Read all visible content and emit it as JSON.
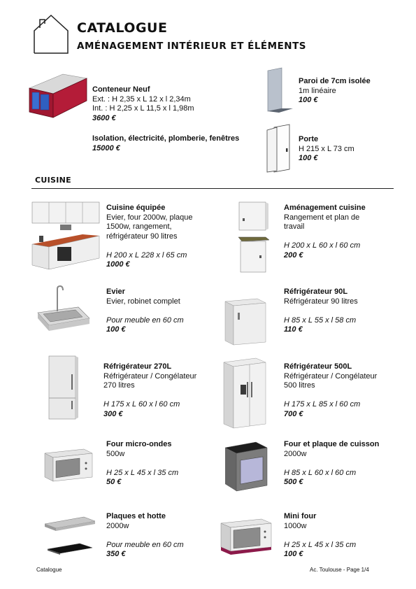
{
  "header": {
    "title": "CATALOGUE",
    "subtitle": "AMÉNAGEMENT INTÉRIEUR ET ÉLÉMENTS"
  },
  "top_items": [
    {
      "name": "Conteneur Neuf",
      "lines": [
        "Ext. : H 2,35 x L 12 x l 2,34m",
        "Int. : H 2,25 x L 11,5 x l 1,98m"
      ],
      "price": "3600 €"
    },
    {
      "name": "Isolation, électricité, plomberie, fenêtres",
      "price": "15000 €"
    },
    {
      "name": "Paroi de 7cm isolée",
      "lines": [
        "1m linéaire"
      ],
      "price": "100 €"
    },
    {
      "name": "Porte",
      "lines": [
        "H 215 x L 73 cm"
      ],
      "price": "100 €"
    }
  ],
  "section": {
    "title": "CUISINE"
  },
  "items": [
    {
      "name": "Cuisine équipée",
      "desc": [
        "Evier, four 2000w, plaque",
        "1500w, rangement,",
        "réfrigérateur 90 litres"
      ],
      "dims": "H 200 x L 228 x l 65 cm",
      "price": "1000 €"
    },
    {
      "name": "Aménagement cuisine",
      "desc": [
        "Rangement et plan de",
        "travail"
      ],
      "dims": "H 200 x L 60 x l 60 cm",
      "price": "200 €"
    },
    {
      "name": "Evier",
      "desc": [
        "Evier, robinet complet"
      ],
      "dims": "Pour meuble en 60 cm",
      "price": "100 €"
    },
    {
      "name": "Réfrigérateur 90L",
      "desc": [
        "Réfrigérateur 90 litres"
      ],
      "dims": "H 85 x L 55 x l 58 cm",
      "price": "110 €"
    },
    {
      "name": "Réfrigérateur 270L",
      "desc": [
        "Réfrigérateur / Congélateur",
        "270 litres"
      ],
      "dims": "H 175 x L 60 x l 60 cm",
      "price": "300 €"
    },
    {
      "name": "Réfrigérateur 500L",
      "desc": [
        "Réfrigérateur / Congélateur",
        "500 litres"
      ],
      "dims": "H 175 x L 85 x l 60 cm",
      "price": "700 €"
    },
    {
      "name": "Four micro-ondes",
      "desc": [
        "500w"
      ],
      "dims": "H 25 x L 45 x l 35 cm",
      "price": "50 €"
    },
    {
      "name": "Four et plaque de cuisson",
      "desc": [
        "2000w"
      ],
      "dims": "H 85 x L 60 x l 60 cm",
      "price": "500 €"
    },
    {
      "name": "Plaques et hotte",
      "desc": [
        "2000w"
      ],
      "dims": "Pour meuble en 60 cm",
      "price": "350 €"
    },
    {
      "name": "Mini four",
      "desc": [
        "1000w"
      ],
      "dims": "H 25 x L 45 x l 35 cm",
      "price": "100 €"
    }
  ],
  "footer": {
    "left": "Catalogue",
    "right": "Ac. Toulouse - Page 1/4"
  }
}
